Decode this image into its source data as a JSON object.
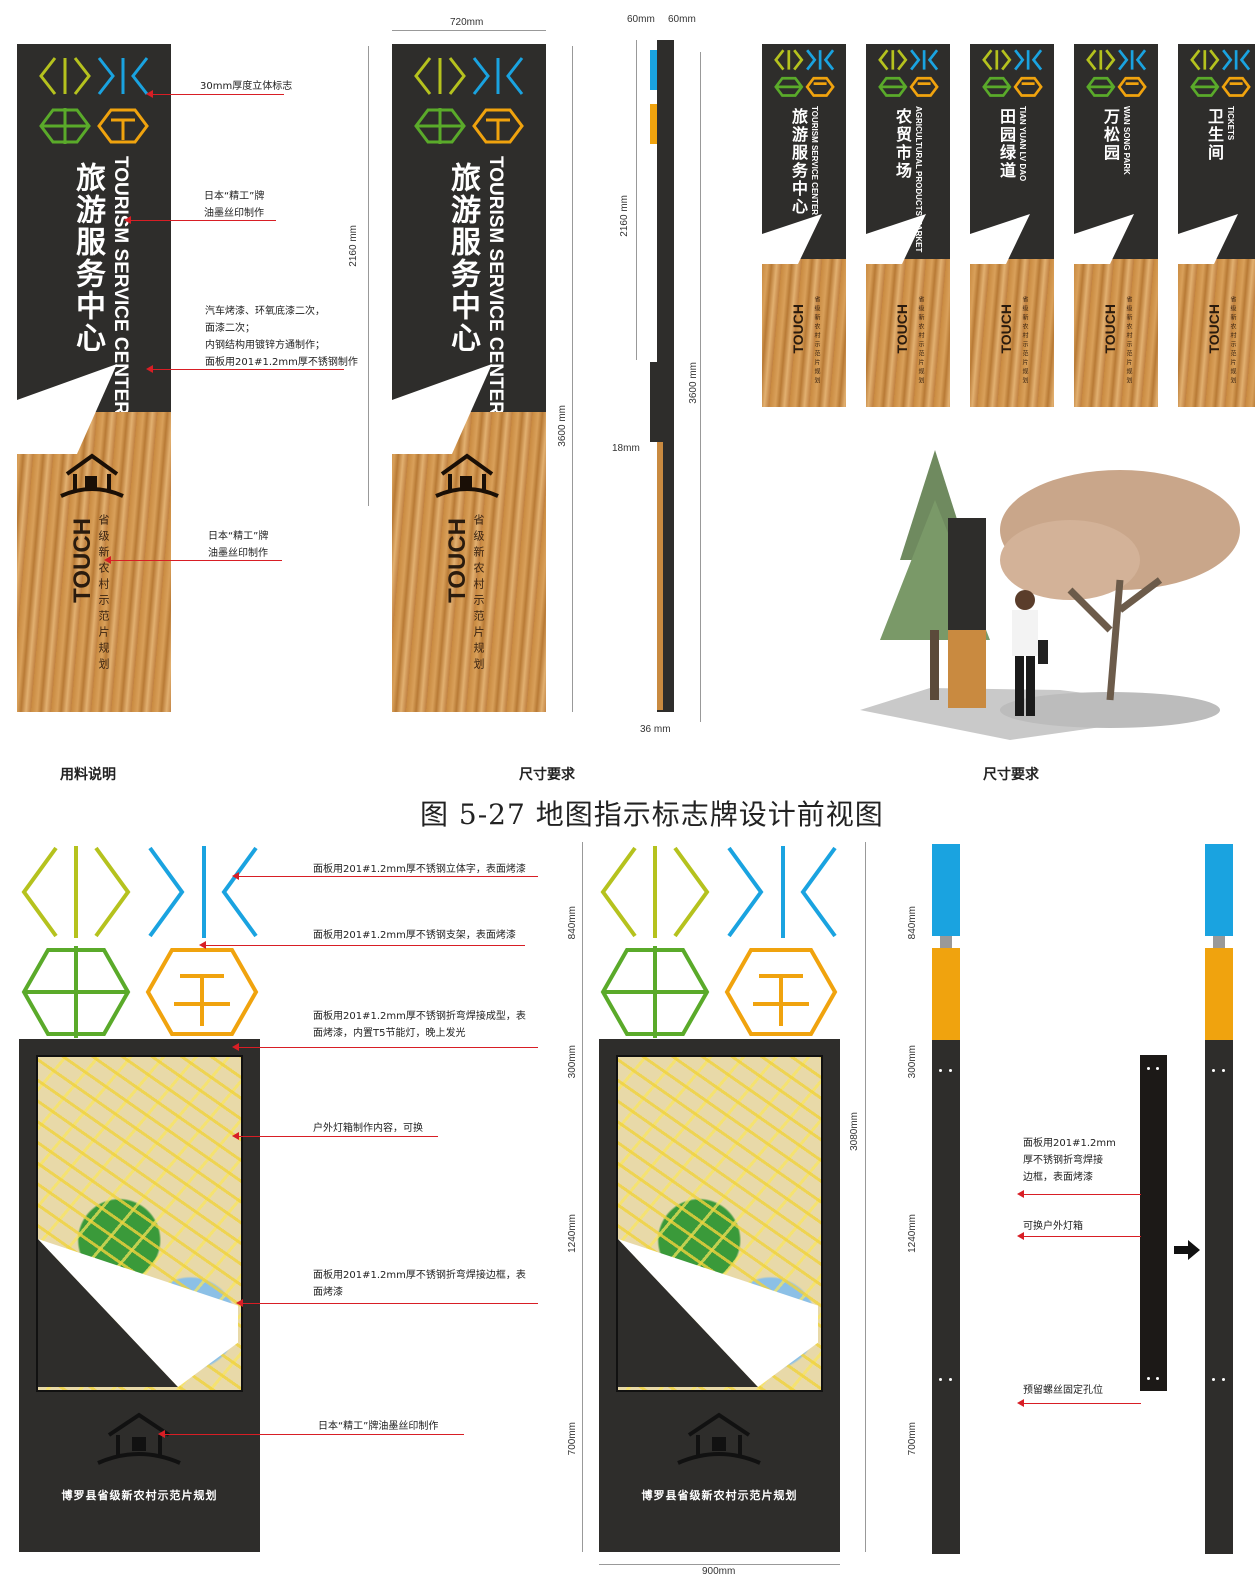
{
  "colors": {
    "panel": "#2e2d2b",
    "green_yellow": "#b5c21e",
    "blue": "#1aa3e0",
    "green": "#5aaa2a",
    "orange": "#f0a30e",
    "arrow": "#d81e25"
  },
  "top": {
    "sign_cn": "旅游服务中心",
    "sign_en": "TOURISM SERVICE CENTER",
    "touch_text": "TOUCH",
    "wood_text": "省级新农村示范片规划",
    "notes": [
      "30mm厚度立体标志",
      "日本“精工”牌\n油墨丝印制作",
      "汽车烤漆、环氧底漆二次，\n面漆二次；\n内钢结构用镀锌方通制作；\n面板用201#1.2mm厚不锈钢制作",
      "日本“精工”牌\n油墨丝印制作"
    ],
    "dims": {
      "w720": "720mm",
      "h2160": "2160 mm",
      "h3600": "3600 mm",
      "s60a": "60mm",
      "s60b": "60mm",
      "s2160": "2160 mm",
      "s18": "18mm",
      "s3600": "3600 mm",
      "s36": "36 mm"
    },
    "small_signs": [
      {
        "cn": "旅游服务中心",
        "en": "TOURISM SERVICE CENTER"
      },
      {
        "cn": "农贸市场",
        "en": "AGRICULTURAL PRODUCTS MARKET"
      },
      {
        "cn": "田园绿道",
        "en": "TIAN YUAN LV DAO"
      },
      {
        "cn": "万松园",
        "en": "WAN SONG PARK"
      },
      {
        "cn": "卫生间",
        "en": "TICKETS"
      }
    ],
    "captions": [
      "用料说明",
      "尺寸要求",
      "尺寸要求"
    ],
    "figure_title": "图 5-27 地图指示标志牌设计前视图"
  },
  "bottom": {
    "notes": [
      "面板用201#1.2mm厚不锈钢立体字，表面烤漆",
      "面板用201#1.2mm厚不锈钢支架，表面烤漆",
      "面板用201#1.2mm厚不锈钢折弯焊接成型，表\n面烤漆，内置T5节能灯，晚上发光",
      "户外灯箱制作内容，可换",
      "面板用201#1.2mm厚不锈钢折弯焊接边框，表\n面烤漆",
      "日本“精工”牌油墨丝印制作"
    ],
    "org_text": "博罗县省级新农村示范片规划",
    "dims": {
      "d840": "840mm",
      "d300": "300mm",
      "d1240": "1240mm",
      "d700": "700mm",
      "d3080": "3080mm",
      "w900": "900mm",
      "e840": "840mm",
      "e300": "300mm",
      "e1240": "1240mm",
      "e700": "700mm"
    },
    "side_notes": [
      "面板用201#1.2mm\n厚不锈钢折弯焊接\n边框，表面烤漆",
      "可换户外灯箱",
      "预留螺丝固定孔位"
    ]
  }
}
